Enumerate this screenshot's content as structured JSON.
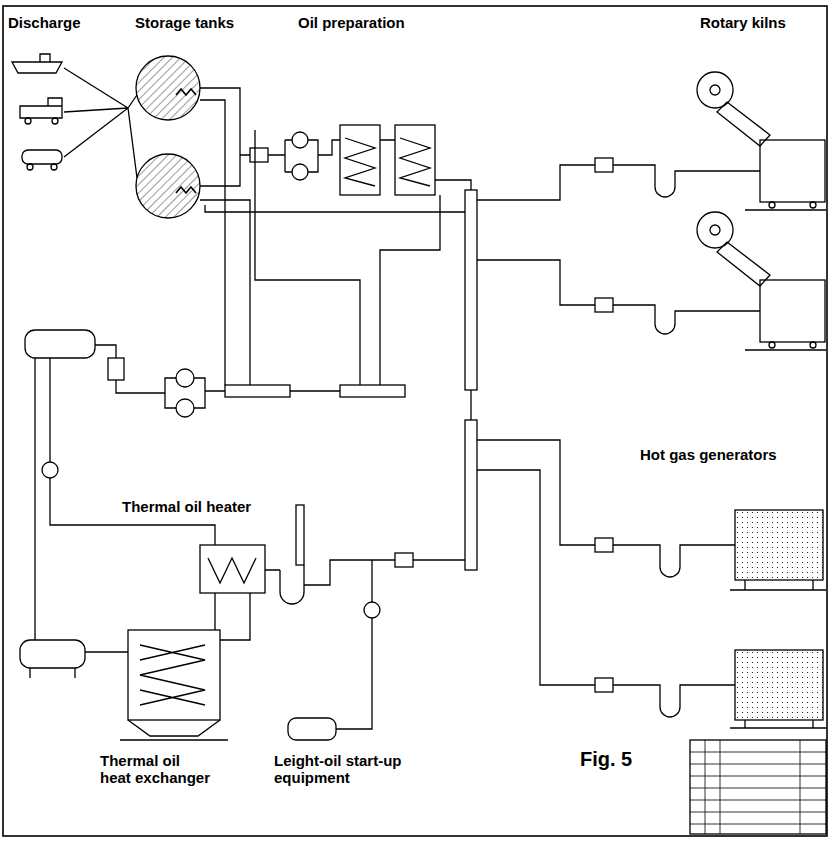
{
  "diagram": {
    "caption": "Fig. 5",
    "labels": [
      "Discharge",
      "Storage tanks",
      "Oil preparation",
      "Rotary kilns",
      "Hot gas generators",
      "Thermal oil heater",
      "Thermal oil heat exchanger",
      "Leight-oil start-up equipment"
    ]
  }
}
